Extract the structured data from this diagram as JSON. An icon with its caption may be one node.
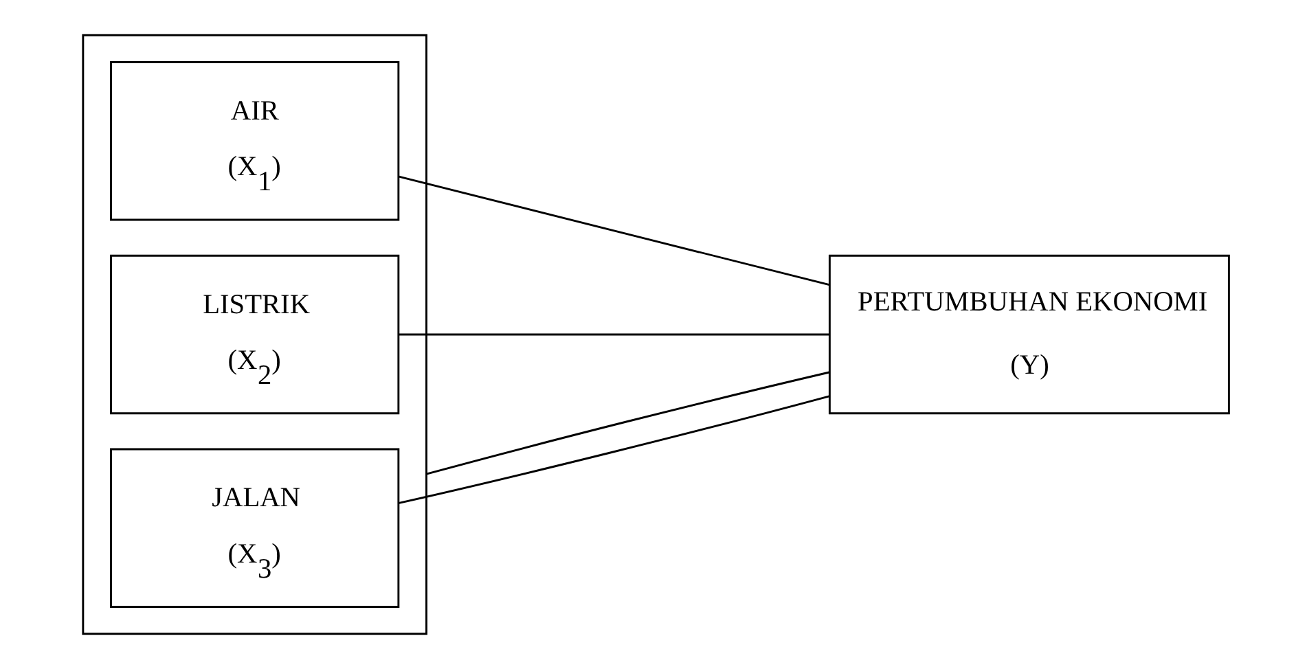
{
  "diagram": {
    "nodes": [
      {
        "text": [],
        "shape": "box"
      },
      {
        "text": [
          "AIR",
          "(X$_{1}$)"
        ],
        "in": 0
      },
      {
        "text": [
          "LISTRIK",
          "(X$_{2}$)"
        ],
        "in": 0
      },
      {
        "text": [
          "JALAN",
          "(X$_{3}$)"
        ],
        "in": 0
      },
      {
        "text": [
          "PERTUMBUHAN EKONOMI",
          "(Y)"
        ]
      }
    ],
    "edges": [
      {
        "from": 1,
        "to": 4,
        "arrow": "none"
      },
      {
        "from": 2,
        "to": 4,
        "arrow": "none"
      },
      {
        "from": 3,
        "to": 4,
        "arrow": "none"
      },
      {
        "from": 4,
        "to": 0,
        "arrow": "none"
      }
    ]
  }
}
